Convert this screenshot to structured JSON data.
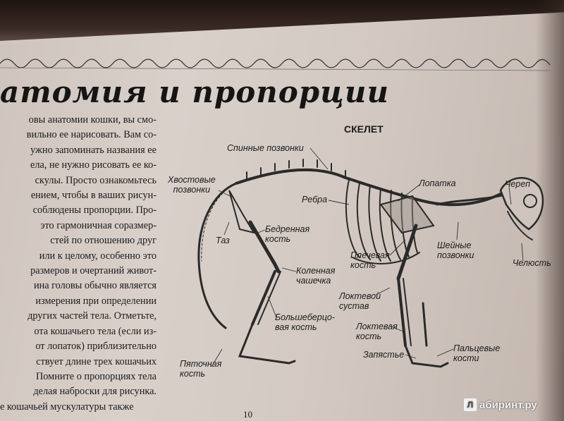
{
  "title": "атомия и пропорции",
  "body_lines": [
    "овы анатомии кошки, вы смо-",
    "вильно ее нарисовать. Вам со-",
    "ужно запоминать названия ее",
    "ела, не нужно рисовать ее ко-",
    "скулы. Просто ознакомьтесь",
    "ением, чтобы в ваших рисун-",
    "соблюдены пропорции. Про-",
    "это гармоничная соразмер-",
    "стей по отношению друг",
    "или к целому, особенно это",
    "размеров и очертаний живот-",
    "ина головы обычно является",
    "измерения при определении",
    "других частей тела. Отметьте,",
    "ота кошачьего тела (если из-",
    "от лопаток) приблизительно",
    "ствует длине трех кошачьих",
    "Помните о пропорциях тела",
    "делая наброски для рисунка.",
    "е кошачьей мускулатуры также"
  ],
  "section_heading": "СКЕЛЕТ",
  "labels": {
    "spine": "Спинные позвонки",
    "tail_vertebrae_1": "Хвостовые",
    "tail_vertebrae_2": "позвонки",
    "pelvis": "Таз",
    "femur_1": "Бедренная",
    "femur_2": "кость",
    "kneecap_1": "Коленная",
    "kneecap_2": "чашечка",
    "tibia_1": "Большеберцо-",
    "tibia_2": "вая кость",
    "heel_1": "Пяточная",
    "heel_2": "кость",
    "ribs": "Ребра",
    "scapula": "Лопатка",
    "skull": "Череп",
    "neck_1": "Шейные",
    "neck_2": "позвонки",
    "jaw": "Челюсть",
    "humerus_1": "Плечевая",
    "humerus_2": "кость",
    "elbow_1": "Локтевой",
    "elbow_2": "сустав",
    "ulna_1": "Локтевая",
    "ulna_2": "кость",
    "wrist": "Запястье",
    "phalanges_1": "Пальцевые",
    "phalanges_2": "кости"
  },
  "page_number": "10",
  "logo_text": "абиринт.ру",
  "logo_mark": "Л"
}
